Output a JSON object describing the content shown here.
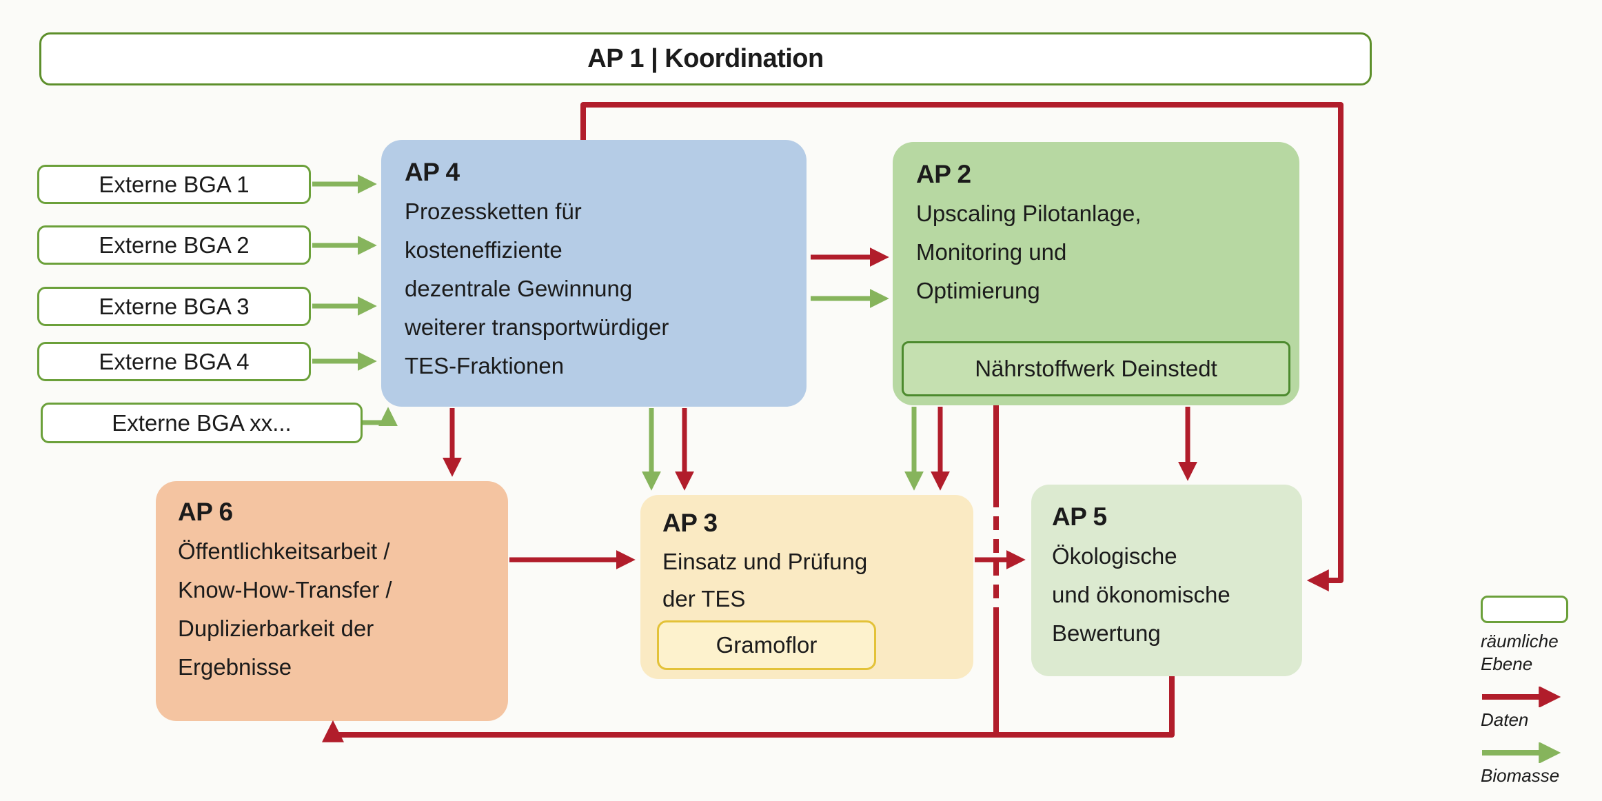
{
  "colors": {
    "background": "#fbfbf8",
    "text": "#1b1b1b",
    "data_arrow": "#b11d2b",
    "biomass_arrow": "#86b45c",
    "green_border": "#6ba03a",
    "banner_border": "#5d8f2b",
    "ap4_fill": "#b5cce6",
    "ap2_fill": "#b7d8a2",
    "ap2_inner_fill": "#c5e0b0",
    "ap2_inner_border": "#4c8a2e",
    "ap3_fill": "#faeac3",
    "ap3_inner_fill": "#fdf2cd",
    "ap3_inner_border": "#e3c238",
    "ap5_fill": "#dcead0",
    "ap6_fill": "#f4c4a1"
  },
  "banner": {
    "title": "AP 1 | Koordination"
  },
  "external_inputs": [
    "Externe BGA 1",
    "Externe BGA 2",
    "Externe BGA 3",
    "Externe BGA 4",
    "Externe BGA xx..."
  ],
  "nodes": {
    "ap4": {
      "title": "AP 4",
      "lines": [
        "Prozessketten für",
        "kosteneffiziente",
        "dezentrale Gewinnung",
        "weiterer transportwürdiger",
        "TES-Fraktionen"
      ]
    },
    "ap2": {
      "title": "AP 2",
      "lines": [
        "Upscaling Pilotanlage,",
        "Monitoring und",
        "Optimierung"
      ],
      "partner": "Nährstoffwerk Deinstedt"
    },
    "ap3": {
      "title": "AP 3",
      "lines": [
        "Einsatz und Prüfung",
        "der TES"
      ],
      "partner": "Gramoflor"
    },
    "ap5": {
      "title": "AP 5",
      "lines": [
        "Ökologische",
        "und ökonomische",
        "Bewertung"
      ]
    },
    "ap6": {
      "title": "AP 6",
      "lines": [
        "Öffentlichkeitsarbeit /",
        "Know-How-Transfer /",
        "Duplizierbarkeit der",
        "Ergebnisse"
      ]
    }
  },
  "edges": [
    {
      "from": "Externe BGA 1",
      "to": "AP 4",
      "type": "Biomasse"
    },
    {
      "from": "Externe BGA 2",
      "to": "AP 4",
      "type": "Biomasse"
    },
    {
      "from": "Externe BGA 3",
      "to": "AP 4",
      "type": "Biomasse"
    },
    {
      "from": "Externe BGA 4",
      "to": "AP 4",
      "type": "Biomasse"
    },
    {
      "from": "Externe BGA xx...",
      "to": "AP 4",
      "type": "Biomasse"
    },
    {
      "from": "AP 4",
      "to": "AP 2",
      "type": "Daten"
    },
    {
      "from": "AP 4",
      "to": "AP 2",
      "type": "Biomasse"
    },
    {
      "from": "AP 4",
      "to": "AP 6",
      "type": "Daten"
    },
    {
      "from": "AP 4",
      "to": "AP 3",
      "type": "Biomasse"
    },
    {
      "from": "AP 4",
      "to": "AP 3",
      "type": "Daten"
    },
    {
      "from": "AP 4",
      "to": "AP 5",
      "type": "Daten",
      "route": "top"
    },
    {
      "from": "AP 2",
      "to": "AP 3",
      "type": "Biomasse"
    },
    {
      "from": "AP 2",
      "to": "AP 3",
      "type": "Daten"
    },
    {
      "from": "AP 2",
      "to": "AP 5",
      "type": "Daten"
    },
    {
      "from": "AP 2",
      "to": "AP 6",
      "type": "Daten",
      "style": "dashed"
    },
    {
      "from": "AP 6",
      "to": "AP 3",
      "type": "Daten"
    },
    {
      "from": "AP 3",
      "to": "AP 5",
      "type": "Daten"
    },
    {
      "from": "AP 5",
      "to": "AP 6",
      "type": "Daten",
      "route": "bottom"
    }
  ],
  "legend": {
    "box_label_lines": [
      "räumliche",
      "Ebene"
    ],
    "data_label": "Daten",
    "biomass_label": "Biomasse"
  }
}
